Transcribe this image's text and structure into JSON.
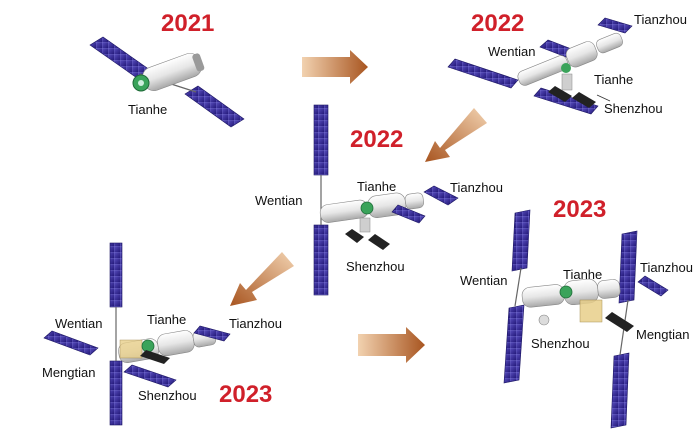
{
  "colors": {
    "year_text": "#d0202a",
    "solar_panel": "#3a2f9a",
    "solar_panel_edge": "#1a1460",
    "module_body": "#ececec",
    "docking_green": "#3aa35a",
    "arrow": "#b8672c"
  },
  "stages": [
    {
      "year": "2021",
      "modules": [
        "Tianhe"
      ]
    },
    {
      "year": "2022",
      "modules": [
        "Tianzhou",
        "Wentian",
        "Tianhe",
        "Shenzhou"
      ]
    },
    {
      "year": "2022",
      "modules": [
        "Wentian",
        "Tianhe",
        "Tianzhou",
        "Shenzhou"
      ]
    },
    {
      "year": "2023",
      "modules": [
        "Wentian",
        "Tianhe",
        "Tianzhou",
        "Mengtian",
        "Shenzhou"
      ]
    },
    {
      "year": "2023",
      "modules": [
        "Wentian",
        "Tianhe",
        "Tianzhou",
        "Mengtian",
        "Shenzhou"
      ]
    }
  ],
  "arrows": [
    "stage1-to-stage2",
    "stage2-to-stage3",
    "stage3-to-stage4",
    "stage4-to-stage5"
  ]
}
